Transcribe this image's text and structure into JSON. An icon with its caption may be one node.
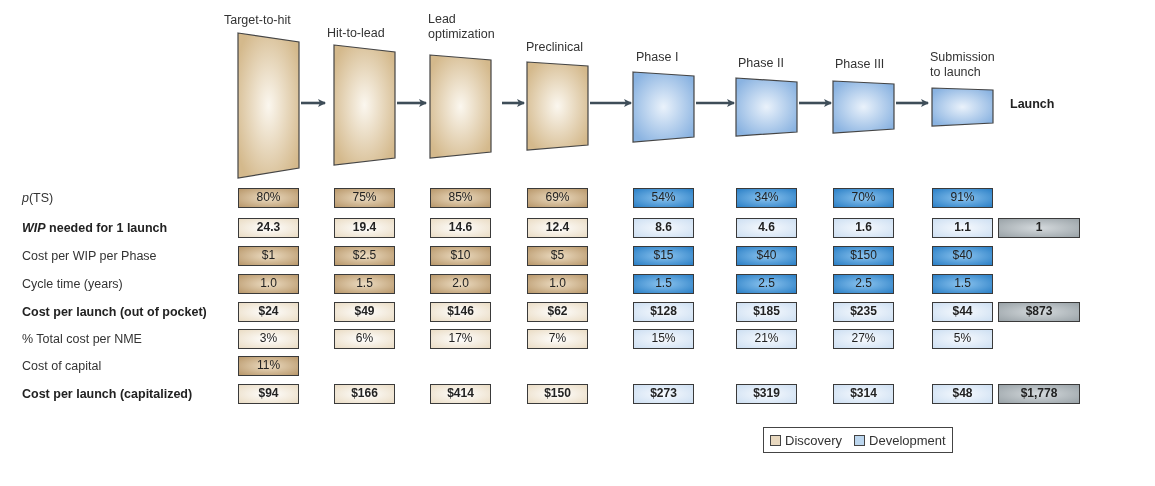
{
  "diagram": {
    "nodes": [
      {
        "text": [
          "Target-to-hit"
        ]
      },
      {
        "text": [
          "Hit-to-lead"
        ]
      },
      {
        "text": [
          "Lead optimization"
        ]
      },
      {
        "text": [
          "Preclinical"
        ]
      },
      {
        "text": [
          "Phase I"
        ]
      },
      {
        "text": [
          "Phase II"
        ]
      },
      {
        "text": [
          "Phase III"
        ]
      },
      {
        "text": [
          "Submission to launch"
        ]
      }
    ],
    "edges": [
      {
        "from": 0,
        "to": 1,
        "arrow": "to"
      },
      {
        "from": 1,
        "to": 2,
        "arrow": "to"
      },
      {
        "from": 2,
        "to": 3,
        "arrow": "to"
      },
      {
        "from": 3,
        "to": 4,
        "arrow": "to"
      },
      {
        "from": 4,
        "to": 5,
        "arrow": "to"
      },
      {
        "from": 5,
        "to": 6,
        "arrow": "to"
      },
      {
        "from": 6,
        "to": 7,
        "arrow": "to"
      }
    ],
    "labels": [
      "Launch",
      "*p*(TS)",
      "80%",
      "75%",
      "85%",
      "69%",
      "54%",
      "34%",
      "70%",
      "91%",
      "*WIP* needed for 1 launch",
      "24.3",
      "19.4",
      "14.6",
      "12.4",
      "8.6",
      "4.6",
      "1.6",
      "1.1",
      "1",
      "Cost per WIP per Phase",
      "$1",
      "$2.5",
      "$10",
      "$5",
      "$15",
      "$40",
      "$150",
      "$40",
      "Cycle time (years)",
      "1.0",
      "1.5",
      "2.0",
      "1.0",
      "1.5",
      "2.5",
      "2.5",
      "1.5",
      "Cost per launch (out of pocket)",
      "$24",
      "$49",
      "$146",
      "$62",
      "$128",
      "$185",
      "$235",
      "$44",
      "$873",
      "% Total cost per NME",
      "3%",
      "6%",
      "17%",
      "7%",
      "15%",
      "21%",
      "27%",
      "5%",
      "Cost of capital",
      "11%",
      "Cost per launch (capitalized)",
      "$94",
      "$166",
      "$414",
      "$150",
      "$273",
      "$319",
      "$314",
      "$48",
      "$1,778"
    ],
    "legend": [
      {
        "text": "Discovery",
        "color": "#e8d8bf"
      },
      {
        "text": "Development",
        "color": "#bcd6ee"
      }
    ]
  }
}
